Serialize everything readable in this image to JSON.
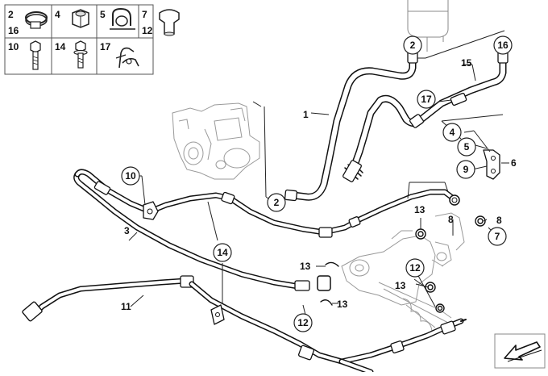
{
  "legend": {
    "cells": [
      {
        "numbers": [
          "2",
          "16"
        ],
        "icon": "hose-clamp-icon"
      },
      {
        "numbers": [
          "4"
        ],
        "icon": "hex-nut-icon"
      },
      {
        "numbers": [
          "5"
        ],
        "icon": "clip-icon"
      },
      {
        "numbers": [
          "7",
          "12"
        ],
        "icon": "sealing-plug-icon"
      },
      {
        "numbers": [
          "10"
        ],
        "icon": "bolt-icon"
      },
      {
        "numbers": [
          "14"
        ],
        "icon": "flange-bolt-icon"
      },
      {
        "numbers": [
          "17"
        ],
        "icon": "holder-icon"
      }
    ]
  },
  "callouts": {
    "c2_top": "2",
    "c16": "16",
    "c17": "17",
    "c4": "4",
    "c5": "5",
    "c9": "9",
    "c10": "10",
    "c2_mid": "2",
    "c7": "7",
    "c14": "14",
    "c12_a": "12",
    "c12_b": "12"
  },
  "labels": {
    "l15": "15",
    "l1": "1",
    "l6": "6",
    "l3": "3",
    "l11": "11",
    "l13_a": "13",
    "l8_a": "8",
    "l8_b": "8",
    "l13_b": "13",
    "l13_c": "13",
    "l13_d": "13"
  },
  "icons": {
    "orientation_arrow": "direction-arrow-icon"
  },
  "colors": {
    "line": "#111111",
    "engine": "#9a9a9a",
    "grid": "#555555"
  }
}
